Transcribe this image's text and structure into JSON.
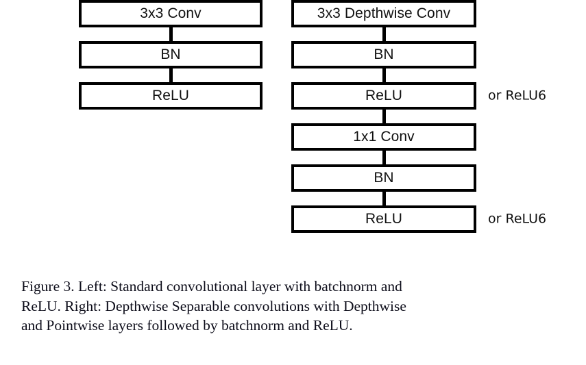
{
  "figure": {
    "id": "figure-3",
    "background_color": "#ffffff",
    "ink_color": "#000000",
    "diagram": {
      "type": "flowchart",
      "orientation": "top-to-bottom",
      "columns": [
        {
          "name": "standard-convolution",
          "side_label": "Left",
          "blocks": [
            {
              "label": "3x3 Conv"
            },
            {
              "label": "BN"
            },
            {
              "label": "ReLU"
            }
          ]
        },
        {
          "name": "depthwise-separable-convolution",
          "side_label": "Right",
          "blocks": [
            {
              "label": "3x3 Depthwise Conv",
              "note": ""
            },
            {
              "label": "BN",
              "note": ""
            },
            {
              "label": "ReLU",
              "note": "or ReLU6"
            },
            {
              "label": "1x1 Conv",
              "note": ""
            },
            {
              "label": "BN",
              "note": ""
            },
            {
              "label": "ReLU",
              "note": "or ReLU6"
            }
          ]
        }
      ]
    },
    "caption": {
      "lines": [
        "Figure 3. Left:  Standard convolutional layer with batchnorm and",
        "ReLU. Right:  Depthwise Separable convolutions with Depthwise",
        "and Pointwise layers followed by batchnorm and ReLU."
      ],
      "full_text": "Figure 3. Left: Standard convolutional layer with batchnorm and ReLU. Right: Depthwise Separable convolutions with Depthwise and Pointwise layers followed by batchnorm and ReLU."
    }
  }
}
